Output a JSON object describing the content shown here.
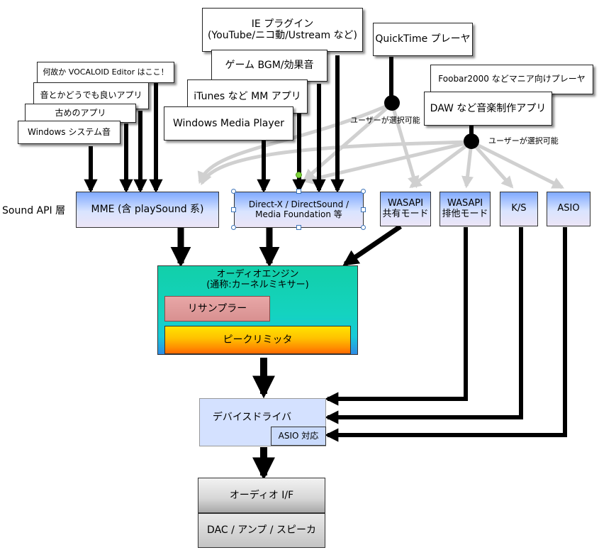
{
  "apps": {
    "ie_plugin": "IE プラグイン\n(YouTube/ニコ動/Ustream など)",
    "quicktime": "QuickTime プレーヤ",
    "game": "ゲーム BGM/効果音",
    "itunes": "iTunes など MM アプリ",
    "wmp": "Windows Media Player",
    "vocaloid": "何故か VOCALOID Editor はここ！",
    "misc_app": "音とかどうでも良いアプリ",
    "old_app": "古めのアプリ",
    "windows_sound": "Windows システム音",
    "foobar": "Foobar2000 などマニア向けプレーヤ",
    "daw": "DAW など音楽制作アプリ"
  },
  "labels": {
    "user_select_1": "ユーザーが選択可能",
    "user_select_2": "ユーザーが選択可能",
    "sound_api_layer": "Sound API 層"
  },
  "apis": {
    "mme": "MME (含 playSound 系)",
    "directx": "Direct-X / DirectSound /\nMedia Foundation 等",
    "wasapi_shared": "WASAPI\n共有モード",
    "wasapi_exclusive": "WASAPI\n排他モード",
    "ks": "K/S",
    "asio": "ASIO"
  },
  "engine": {
    "title": "オーディオエンジン\n(通称:カーネルミキサー)",
    "resampler": "リサンプラー",
    "peak_limiter": "ピークリミッタ"
  },
  "driver": {
    "title": "デバイスドライバ",
    "asio_support": "ASIO 対応"
  },
  "audio_if": "オーディオ I/F",
  "dac": "DAC / アンプ / スピーカ",
  "colors": {
    "arrow_black": "#000000",
    "arrow_gray": "#d0d0d0",
    "engine_teal": "#12cfa9",
    "resampler_pink": "#e7a2a2",
    "limiter_yellow": "#ffd800",
    "limiter_orange": "#ff7300",
    "driver_blue": "#d4e1ff",
    "selection_blue": "#3b73b9",
    "rotate_handle_green": "#7ed23b"
  }
}
